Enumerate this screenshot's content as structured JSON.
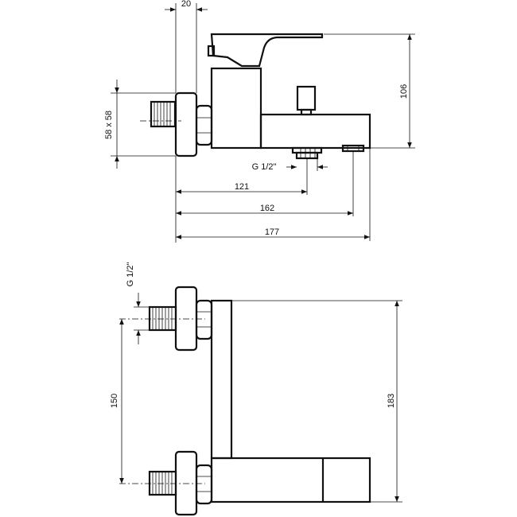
{
  "top_view": {
    "dims": {
      "flange_thickness": "20",
      "flange_size": "58 x 58",
      "height": "106",
      "thread": "G 1/2\"",
      "to_outlet": "121",
      "to_diverter": "162",
      "total_length": "177"
    }
  },
  "side_view": {
    "dims": {
      "thread": "G 1/2\"",
      "connection_spacing": "150",
      "total_height": "183"
    }
  },
  "colors": {
    "line": "#111111",
    "background": "#ffffff"
  }
}
